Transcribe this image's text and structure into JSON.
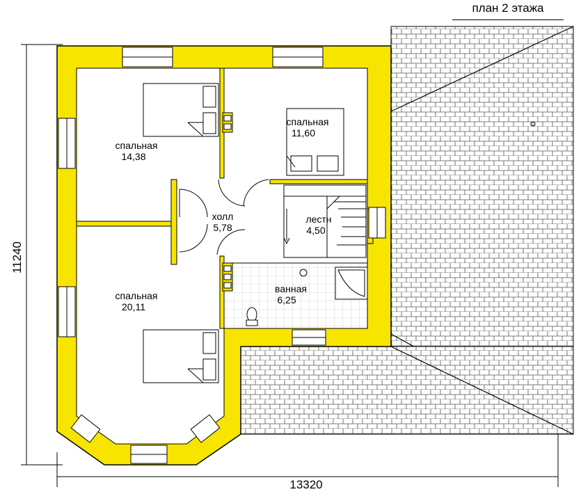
{
  "title": "план 2 этажа",
  "dimensions": {
    "width": "13320",
    "height": "11240"
  },
  "rooms": [
    {
      "name": "спальная",
      "area": "14,38"
    },
    {
      "name": "спальная",
      "area": "11,60"
    },
    {
      "name": "холл",
      "area": "5,78"
    },
    {
      "name": "лестн",
      "area": "4,50"
    },
    {
      "name": "ванная",
      "area": "6,25"
    },
    {
      "name": "спальная",
      "area": "20,11"
    }
  ],
  "colors": {
    "wall": "#f7e500",
    "outline": "#000000",
    "roof": "#ffffff",
    "background": "#ffffff"
  }
}
